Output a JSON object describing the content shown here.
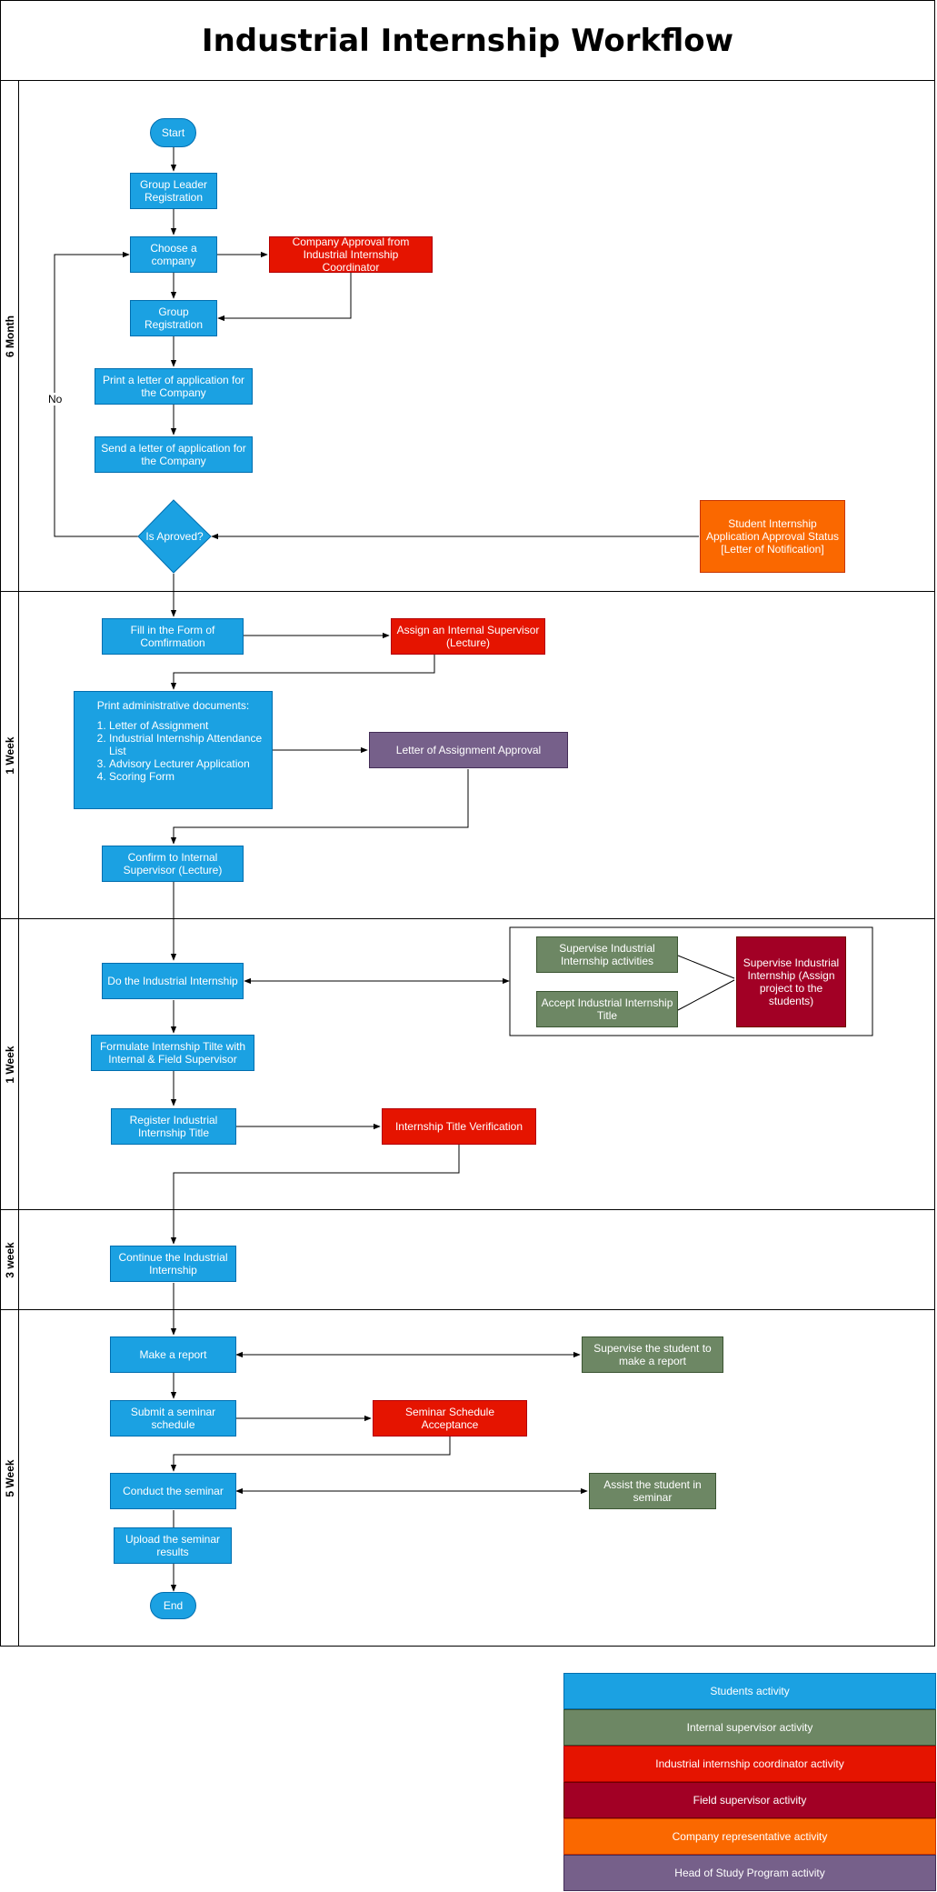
{
  "title": "Industrial Internship Workflow",
  "lanes": [
    "6 Month",
    "1 Week",
    "1 Week",
    "3 week",
    "5 Week"
  ],
  "nodes": {
    "start": "Start",
    "group_leader": "Group Leader Registration",
    "choose_company": "Choose a company",
    "company_approval": "Company Approval from Industrial Internship Coordinator",
    "group_registration": "Group Registration",
    "print_letter": "Print a letter of application for the Company",
    "send_letter": "Send a letter of application for the Company",
    "is_approved": "Is Aproved?",
    "no_label": "No",
    "student_status": "Student Internship Application Approval Status [Letter of Notification]",
    "fill_form": "Fill in the Form of Comfirmation",
    "assign_supervisor": "Assign an Internal Supervisor (Lecture)",
    "print_admin_title": "Print administrative documents:",
    "print_admin_items": [
      "Letter of Assignment",
      "Industrial Internship Attendance List",
      "Advisory Lecturer Application",
      "Scoring Form"
    ],
    "letter_assignment_approval": "Letter of Assignment Approval",
    "confirm_supervisor": "Confirm to Internal Supervisor (Lecture)",
    "do_internship": "Do the Industrial Internship",
    "supervise_activities": "Supervise Industrial Internship activities",
    "accept_title": "Accept Industrial Internship Title",
    "field_supervise": "Supervise Industrial Internship (Assign project to the students)",
    "formulate_title": "Formulate Internship Tilte with Internal & Field Supervisor",
    "register_title": "Register Industrial Internship Title",
    "title_verification": "Internship Title Verification",
    "continue_internship": "Continue the Industrial Internship",
    "make_report": "Make a report",
    "supervise_report": "Supervise the student to make a report",
    "submit_schedule": "Submit a seminar schedule",
    "schedule_acceptance": "Seminar Schedule Acceptance",
    "conduct_seminar": "Conduct the seminar",
    "assist_seminar": "Assist the student in seminar",
    "upload_results": "Upload the seminar results",
    "end": "End"
  },
  "legend": [
    {
      "label": "Students activity",
      "color": "#1ba1e2"
    },
    {
      "label": "Internal supervisor activity",
      "color": "#6d8764"
    },
    {
      "label": "Industrial internship coordinator activity",
      "color": "#e51400"
    },
    {
      "label": "Field supervisor activity",
      "color": "#a20025"
    },
    {
      "label": "Company representative activity",
      "color": "#fa6800"
    },
    {
      "label": "Head of Study Program activity",
      "color": "#76608a"
    }
  ]
}
